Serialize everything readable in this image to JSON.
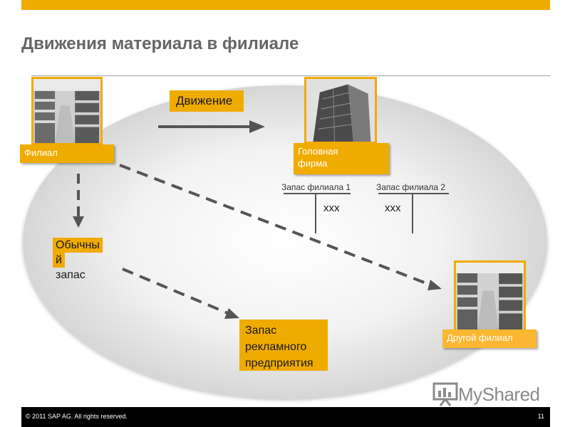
{
  "slide": {
    "title": "Движения материала в филиале"
  },
  "diagram": {
    "movement_label": "Движение",
    "branch_label": "Филиал",
    "head_office_line1": "Головная",
    "head_office_line2": "фирма",
    "other_branch_label": "Другой филиал",
    "stock_branch_1": "Запас филиала 1",
    "stock_branch_2": "Запас филиала 2",
    "stock_value_1": "ххх",
    "stock_value_2": "ххх",
    "normal_stock_line1": "Обычны",
    "normal_stock_line2": "й",
    "normal_stock_line3": "запас",
    "promo_stock_line1": "Запас",
    "promo_stock_line2": "рекламного",
    "promo_stock_line3": "предприятия"
  },
  "footer": {
    "copyright": "© 2011 SAP AG. All rights reserved.",
    "page_number": "11"
  },
  "watermark": {
    "text": "MyShared",
    "icon": "presentation-board-icon"
  },
  "colors": {
    "accent": "#f0ab00",
    "title_gray": "#666666",
    "arrow_gray": "#555555",
    "footer_black": "#000000"
  }
}
